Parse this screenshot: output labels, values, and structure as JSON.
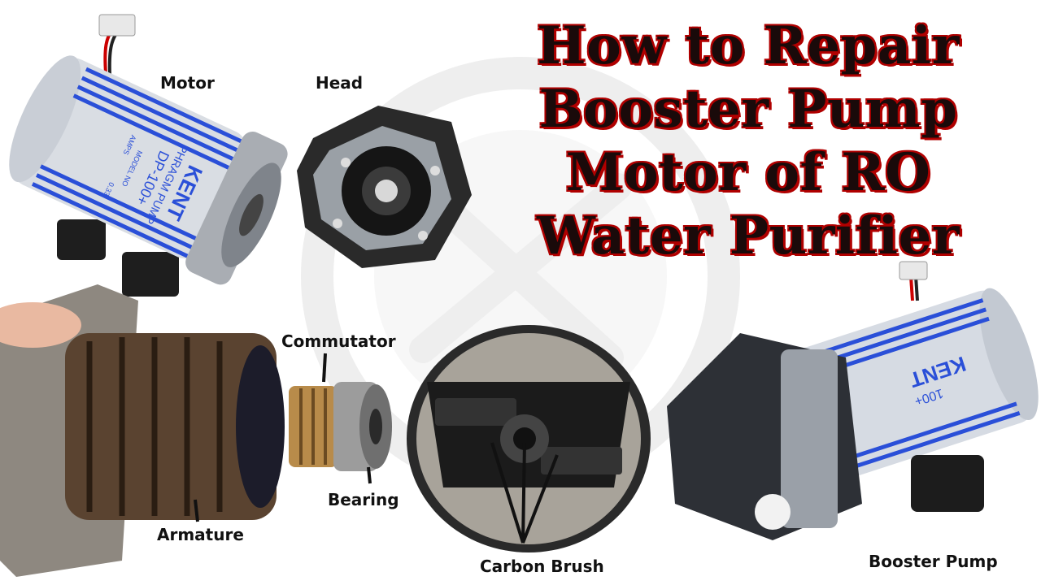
{
  "title": {
    "lines": [
      "How to Repair",
      "Booster Pump",
      "Motor of RO",
      "Water Purifier"
    ]
  },
  "labels": {
    "motor": "Motor",
    "head": "Head",
    "commutator": "Commutator",
    "bearing": "Bearing",
    "armature": "Armature",
    "carbon_brush": "Carbon Brush",
    "booster_pump": "Booster Pump"
  },
  "motor_label_text": {
    "brand": "KENT",
    "model": "DP-100+",
    "type": "PHRAGM PUMP",
    "amps": "AMPS",
    "model_no": "MODEL NO",
    "value": "0.33"
  },
  "pump_label_text": {
    "brand": "KENT",
    "model": "100+"
  },
  "colors": {
    "title_fill": "#1a0a0a",
    "title_outline": "#b00000",
    "motor_stripe": "#2a4fd8",
    "label_text": "#111111"
  }
}
